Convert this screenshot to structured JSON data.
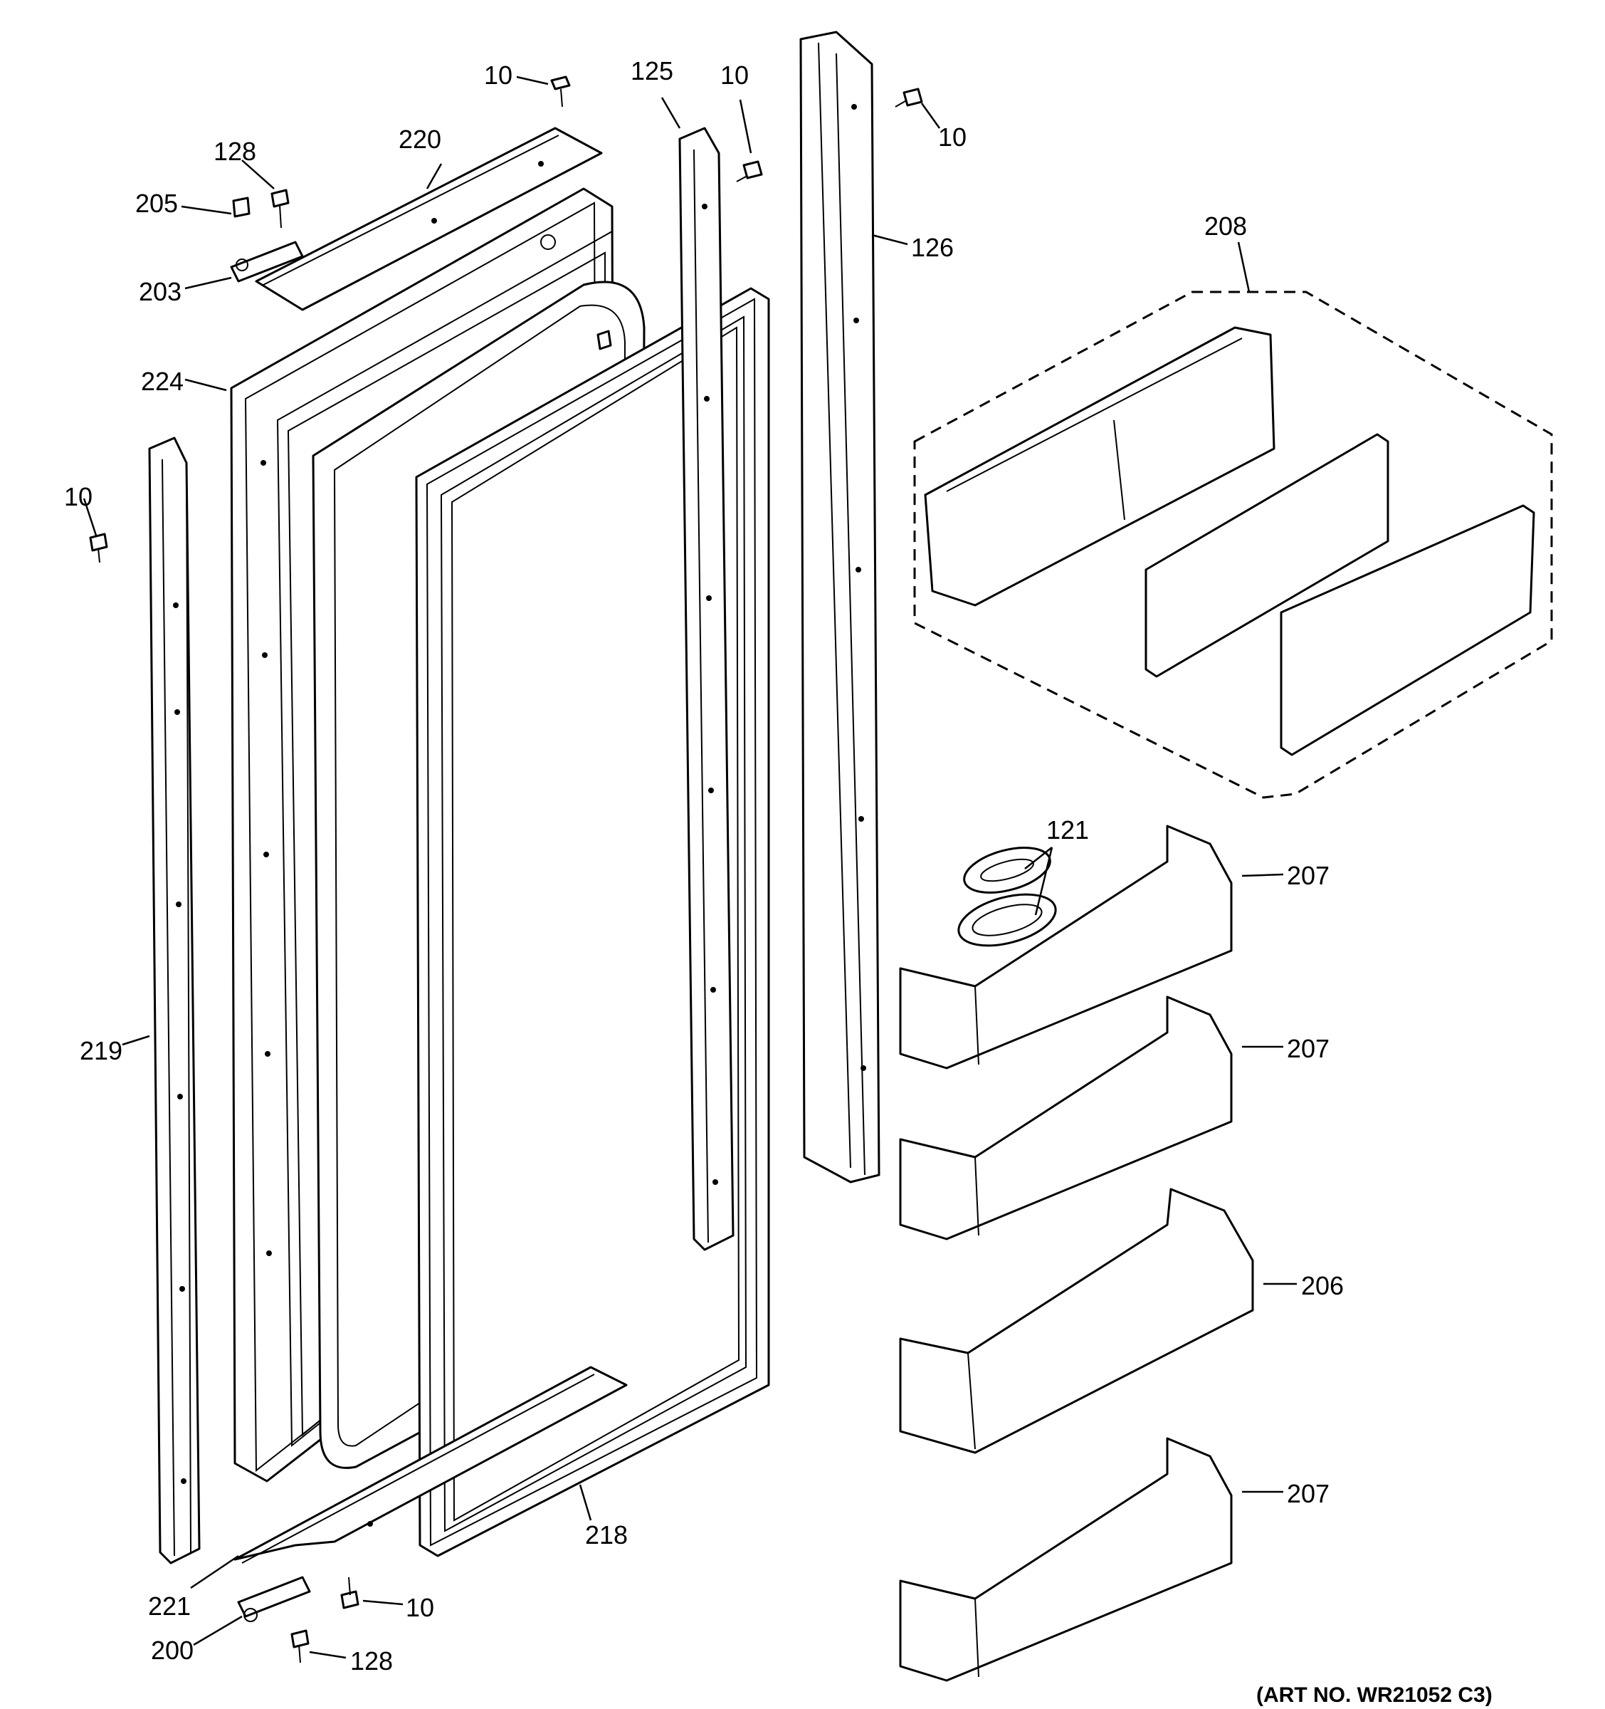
{
  "art_number": "(ART NO. WR21052 C3)",
  "callouts": {
    "c10_top": "10",
    "c125": "125",
    "c10_mid": "10",
    "c10_right": "10",
    "c128_top": "128",
    "c220": "220",
    "c205": "205",
    "c203": "203",
    "c126": "126",
    "c208": "208",
    "c224": "224",
    "c10_left": "10",
    "c121": "121",
    "c207_a": "207",
    "c207_b": "207",
    "c219": "219",
    "c206": "206",
    "c207_c": "207",
    "c218": "218",
    "c221": "221",
    "c10_bottom": "10",
    "c200": "200",
    "c128_bottom": "128"
  }
}
